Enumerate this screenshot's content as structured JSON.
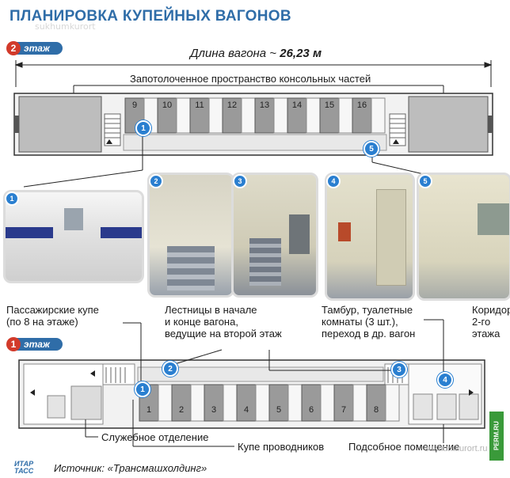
{
  "title": "ПЛАНИРОВКА КУПЕЙНЫХ ВАГОНОВ",
  "watermark": "sukhumkurort",
  "floor2": {
    "num": "2",
    "word": "этаж"
  },
  "floor1": {
    "num": "1",
    "word": "этаж"
  },
  "length_prefix": "Длина вагона ~ ",
  "length_value": "26,23 м",
  "console_label": "Запотолоченное пространство консольных частей",
  "upper_numbers": [
    "9",
    "10",
    "11",
    "12",
    "13",
    "14",
    "15",
    "16"
  ],
  "lower_numbers": [
    "1",
    "2",
    "3",
    "4",
    "5",
    "6",
    "7",
    "8"
  ],
  "markers": [
    "1",
    "2",
    "3",
    "4",
    "5"
  ],
  "labels": {
    "passenger_l1": "Пассажирские купе",
    "passenger_l2": "(по 8 на этаже)",
    "stairs_l1": "Лестницы в начале",
    "stairs_l2": "и конце вагона,",
    "stairs_l3": "ведущие на второй этаж",
    "vest_l1": "Тамбур, туалетные",
    "vest_l2": "комнаты (3 шт.),",
    "vest_l3": "переход в др. вагон",
    "corr_l1": "Коридор",
    "corr_l2": "2-го",
    "corr_l3": "этажа",
    "service": "Служебное отделение",
    "conductor": "Купе проводников",
    "utility": "Подсобное помещение"
  },
  "source_logo_l1": "ИТАР",
  "source_logo_l2": "ТАСС",
  "source": "Источник:  «Трансмашхолдинг»",
  "bottom_watermark": "sukhumkurort.ru",
  "side_badge": "PERM.RU",
  "colors": {
    "title": "#2f6da8",
    "marker": "#2a7fd0",
    "floor_num": "#d23a2a",
    "coupe": "#9a9a9a",
    "green": "#3a9a3a"
  }
}
